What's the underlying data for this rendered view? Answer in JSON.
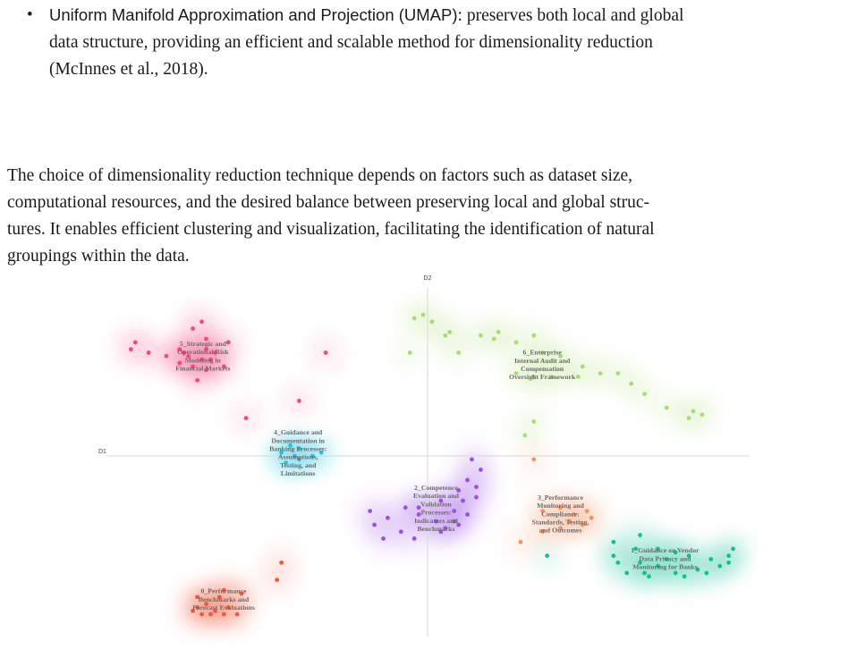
{
  "bullet": {
    "term": "Uniform Manifold Approximation and Projection (UMAP)",
    "lines": [
      "preserves both local and global",
      "data structure, providing an efficient and scalable method for dimensionality reduction",
      "(McInnes et al., 2018)."
    ]
  },
  "paragraph": {
    "lines": [
      "The choice of dimensionality reduction technique depends on factors such as dataset size,",
      "computational resources, and the desired balance between preserving local and global struc-",
      "tures. It enables efficient clustering and visualization, facilitating the identification of natural",
      "groupings within the data."
    ]
  },
  "chart_data": {
    "type": "scatter",
    "title": "",
    "xlabel": "D1",
    "ylabel": "D2",
    "grid": false,
    "legend": "none",
    "clusters": [
      {
        "name": "0_Performance Benchmarks and Forecast Evaluations",
        "label_lines": [
          "0_Performance",
          "Benchmarks and",
          "Forecast Evaluations"
        ],
        "color": "#f0573a",
        "points": [
          [
            -5.2,
            -4.4
          ],
          [
            -5.3,
            -4.5
          ],
          [
            -5.1,
            -4.6
          ],
          [
            -4.9,
            -4.6
          ],
          [
            -4.8,
            -4.5
          ],
          [
            -4.6,
            -4.6
          ],
          [
            -4.5,
            -4.4
          ],
          [
            -4.3,
            -4.6
          ],
          [
            -5.0,
            -4.3
          ],
          [
            -5.2,
            -4.1
          ],
          [
            -4.7,
            -4.1
          ],
          [
            -4.2,
            -4.0
          ],
          [
            -4.6,
            -3.9
          ],
          [
            -3.4,
            -3.6
          ],
          [
            -3.3,
            -3.1
          ]
        ]
      },
      {
        "name": "1_Guidance on Vendor Data Privacy and Monitoring for Banks",
        "label_lines": [
          "1_Guidance on Vendor",
          "Data Privacy and",
          "Monitoring for Banks"
        ],
        "color": "#12c193",
        "points": [
          [
            4.2,
            -2.5
          ],
          [
            4.8,
            -2.3
          ],
          [
            5.2,
            -2.7
          ],
          [
            5.6,
            -2.8
          ],
          [
            5.9,
            -2.9
          ],
          [
            6.4,
            -3.0
          ],
          [
            6.8,
            -2.9
          ],
          [
            6.6,
            -3.2
          ],
          [
            6.1,
            -3.3
          ],
          [
            5.6,
            -3.4
          ],
          [
            5.2,
            -3.2
          ],
          [
            4.8,
            -3.1
          ],
          [
            4.3,
            -3.1
          ],
          [
            5.8,
            -3.5
          ],
          [
            5.0,
            -3.5
          ],
          [
            6.3,
            -3.4
          ],
          [
            4.2,
            -2.9
          ],
          [
            4.7,
            -2.7
          ],
          [
            5.4,
            -3.0
          ],
          [
            4.5,
            -3.4
          ],
          [
            6.9,
            -2.7
          ],
          [
            4.9,
            -3.4
          ],
          [
            6.8,
            -3.1
          ],
          [
            2.7,
            -2.9
          ]
        ]
      },
      {
        "name": "2_Competence Evaluation and Validation Processes: Indicators and Benchmarks",
        "label_lines": [
          "2_Competence",
          "Evaluation and",
          "Validation",
          "Processes:",
          "Indicators and",
          "Benchmarks"
        ],
        "color": "#9b4ee8",
        "points": [
          [
            1.0,
            -0.1
          ],
          [
            1.2,
            -0.4
          ],
          [
            0.9,
            -0.7
          ],
          [
            1.1,
            -0.9
          ],
          [
            0.7,
            -1.0
          ],
          [
            0.3,
            -1.3
          ],
          [
            0.8,
            -1.3
          ],
          [
            1.1,
            -1.2
          ],
          [
            0.6,
            -1.6
          ],
          [
            0.9,
            -1.7
          ],
          [
            0.2,
            -1.9
          ],
          [
            0.6,
            -1.9
          ],
          [
            0.4,
            -2.1
          ],
          [
            -0.2,
            -1.7
          ],
          [
            -0.5,
            -1.5
          ],
          [
            -0.9,
            -1.8
          ],
          [
            -1.3,
            -1.6
          ],
          [
            -1.2,
            -2.0
          ],
          [
            -0.6,
            -2.2
          ],
          [
            -1.0,
            -2.4
          ],
          [
            -0.3,
            -2.4
          ],
          [
            0.3,
            -2.2
          ],
          [
            0.7,
            -2.0
          ],
          [
            -0.2,
            -1.5
          ]
        ]
      },
      {
        "name": "3_Performance Monitoring and Compliance: Standards, Testing, and Outcomes",
        "label_lines": [
          "3_Performance",
          "Monitoring and",
          "Compliance:",
          "Standards, Testing,",
          "and Outcomes"
        ],
        "color": "#f4935a",
        "points": [
          [
            2.4,
            -0.1
          ],
          [
            2.6,
            -1.6
          ],
          [
            3.0,
            -1.5
          ],
          [
            3.3,
            -1.7
          ],
          [
            3.6,
            -1.6
          ],
          [
            3.2,
            -1.9
          ],
          [
            3.0,
            -2.1
          ],
          [
            2.6,
            -2.2
          ],
          [
            3.5,
            -2.0
          ],
          [
            3.7,
            -1.8
          ],
          [
            2.1,
            -2.5
          ]
        ]
      },
      {
        "name": "4_Guidance and Documentation in Banking Processes: Assumptions, Testing, and Limitations",
        "label_lines": [
          "4_Guidance and",
          "Documentation in",
          "Banking Processes:",
          "Assumptions,",
          "Testing, and",
          "Limitations"
        ],
        "color": "#1fc3e3",
        "points": [
          [
            -3.1,
            0.3
          ],
          [
            -3.3,
            0.1
          ],
          [
            -3.0,
            0.0
          ],
          [
            -2.9,
            -0.1
          ],
          [
            -3.2,
            -0.2
          ],
          [
            -2.6,
            0.0
          ],
          [
            -2.4,
            0.1
          ],
          [
            -2.9,
            0.2
          ]
        ]
      },
      {
        "name": "5_Strategic and Operational Risk Modeling in Financial Markets",
        "label_lines": [
          "5_Strategic and",
          "Operational Risk",
          "Modeling in",
          "Financial Markets"
        ],
        "color": "#f2487f",
        "points": [
          [
            -6.7,
            3.1
          ],
          [
            -6.3,
            3.0
          ],
          [
            -5.9,
            2.9
          ],
          [
            -5.5,
            3.0
          ],
          [
            -5.1,
            2.8
          ],
          [
            -4.8,
            3.0
          ],
          [
            -4.5,
            3.3
          ],
          [
            -5.0,
            3.4
          ],
          [
            -5.3,
            2.6
          ],
          [
            -5.0,
            2.5
          ],
          [
            -4.6,
            2.6
          ],
          [
            -6.6,
            3.3
          ],
          [
            -5.6,
            3.1
          ],
          [
            -5.3,
            3.7
          ],
          [
            -5.1,
            3.9
          ],
          [
            -5.0,
            3.1
          ],
          [
            -5.6,
            2.7
          ],
          [
            -5.2,
            2.2
          ],
          [
            -4.9,
            2.8
          ],
          [
            -5.4,
            2.9
          ],
          [
            -2.9,
            1.6
          ],
          [
            -4.1,
            1.1
          ],
          [
            -2.3,
            3.0
          ]
        ]
      },
      {
        "name": "6_Enterprise Internal Audit and Compensation Oversight Framework",
        "label_lines": [
          "6_Enterprise",
          "Internal Audit and",
          "Compensation",
          "Oversight Framework"
        ],
        "color": "#a6df6f",
        "points": [
          [
            -0.3,
            4.0
          ],
          [
            -0.1,
            4.1
          ],
          [
            0.1,
            3.9
          ],
          [
            0.5,
            3.6
          ],
          [
            0.4,
            3.5
          ],
          [
            1.2,
            3.5
          ],
          [
            1.6,
            3.6
          ],
          [
            1.5,
            3.4
          ],
          [
            2.0,
            3.3
          ],
          [
            2.6,
            3.0
          ],
          [
            3.0,
            2.9
          ],
          [
            3.5,
            2.6
          ],
          [
            3.9,
            2.4
          ],
          [
            4.3,
            2.4
          ],
          [
            4.6,
            2.1
          ],
          [
            4.9,
            1.8
          ],
          [
            5.4,
            1.4
          ],
          [
            5.9,
            1.1
          ],
          [
            6.0,
            1.3
          ],
          [
            6.2,
            1.2
          ],
          [
            2.0,
            2.4
          ],
          [
            2.4,
            2.3
          ],
          [
            2.8,
            2.3
          ],
          [
            3.4,
            2.3
          ],
          [
            2.4,
            1.0
          ],
          [
            2.2,
            0.6
          ],
          [
            -0.4,
            3.0
          ],
          [
            0.7,
            3.0
          ],
          [
            2.4,
            3.5
          ]
        ]
      }
    ]
  }
}
